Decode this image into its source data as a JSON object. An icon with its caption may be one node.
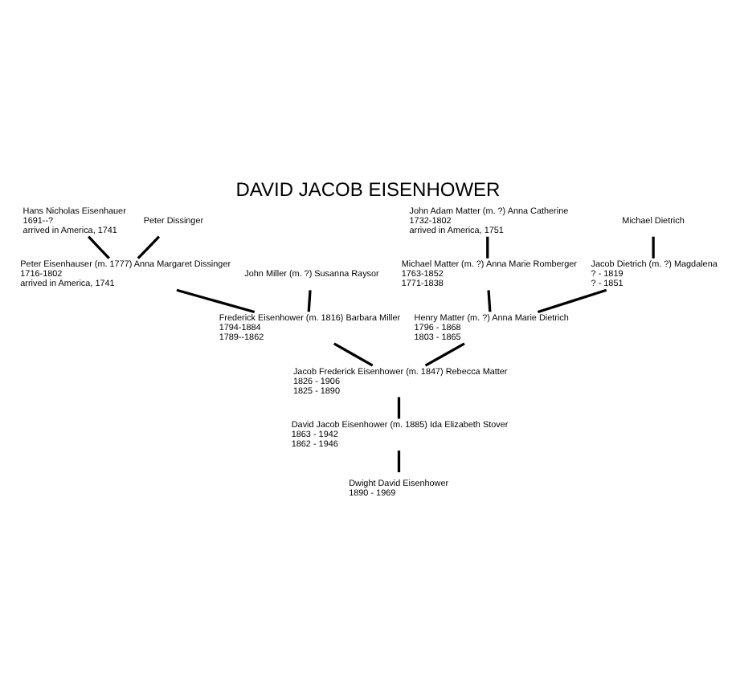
{
  "diagram": {
    "title": "DAVID JACOB EISENHOWER",
    "nodes": [
      {
        "text": [
          "Hans Nicholas Eisenhauer",
          "1691--?",
          "arrived in America, 1741"
        ]
      },
      {
        "text": [
          "Peter Dissinger"
        ]
      },
      {
        "text": [
          "John Adam Matter (m. ?) Anna Catherine",
          "1732-1802",
          "arrived in America, 1751"
        ]
      },
      {
        "text": [
          "Michael Dietrich"
        ]
      },
      {
        "text": [
          "Michael Matter (m. ?) Anna Marie Romberger",
          "1763-1852",
          "1771-1838"
        ]
      },
      {
        "text": [
          "Peter Eisenhauser (m. 1777) Anna Margaret Dissinger",
          "1716-1802",
          "arrived in America, 1741"
        ]
      },
      {
        "text": [
          "John Miller (m. ?) Susanna Raysor"
        ]
      },
      {
        "text": [
          "Jacob Dietrich (m. ?) Magdalena",
          "? - 1819",
          "? - 1851"
        ]
      },
      {
        "text": [
          "Frederick Eisenhower (m. 1816) Barbara Miller",
          "1794-1884",
          "1789--1862"
        ]
      },
      {
        "text": [
          "Henry Matter (m. ?) Anna Marie Dietrich",
          "1796 - 1868",
          "1803 - 1865"
        ]
      },
      {
        "text": [
          "Jacob Frederick Eisenhower (m. 1847) Rebecca Matter",
          "1826 - 1906",
          "1825 - 1890"
        ]
      },
      {
        "text": [
          "David Jacob Eisenhower (m. 1885) Ida Elizabeth Stover",
          "1863 - 1942",
          "1862 - 1946"
        ]
      },
      {
        "text": [
          "Dwight David Eisenhower",
          "1890 - 1969"
        ]
      }
    ],
    "edges": [
      {
        "from": 0,
        "to": 5,
        "arrow": "none"
      },
      {
        "from": 1,
        "to": 5,
        "arrow": "none"
      },
      {
        "from": 2,
        "to": 4,
        "arrow": "none"
      },
      {
        "from": 3,
        "to": 7,
        "arrow": "none"
      },
      {
        "from": 5,
        "to": 8,
        "arrow": "none"
      },
      {
        "from": 6,
        "to": 8,
        "arrow": "none"
      },
      {
        "from": 4,
        "to": 9,
        "arrow": "none"
      },
      {
        "from": 7,
        "to": 9,
        "arrow": "none"
      },
      {
        "from": 8,
        "to": 10,
        "arrow": "none"
      },
      {
        "from": 9,
        "to": 10,
        "arrow": "none"
      },
      {
        "from": 10,
        "to": 11,
        "arrow": "none"
      },
      {
        "from": 11,
        "to": 12,
        "arrow": "none"
      }
    ]
  }
}
